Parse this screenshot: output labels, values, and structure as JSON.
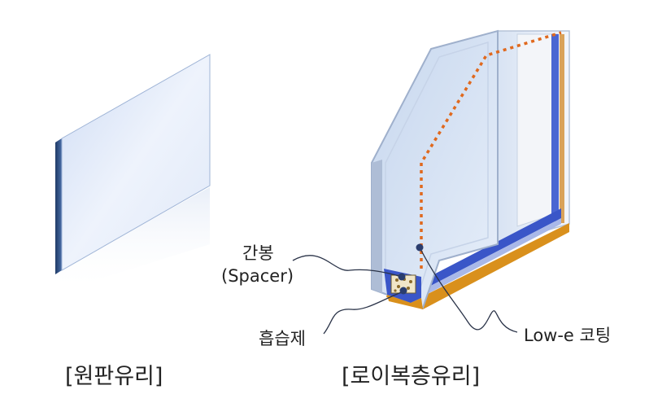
{
  "captions": {
    "single_pane": "[원판유리]",
    "double_glazed": "[로이복층유리]"
  },
  "callouts": {
    "spacer_ko": "간봉",
    "spacer_en": "(Spacer)",
    "desiccant": "흡습제",
    "lowe": "Low-e 코팅"
  },
  "colors": {
    "glass_light": "#dde8f8",
    "glass_edge": "#2c4a78",
    "frame_blue": "#3a56c8",
    "spacer_orange": "#d9820e",
    "lowe_dots": "#e0691e",
    "leader_line": "#2a3348"
  }
}
